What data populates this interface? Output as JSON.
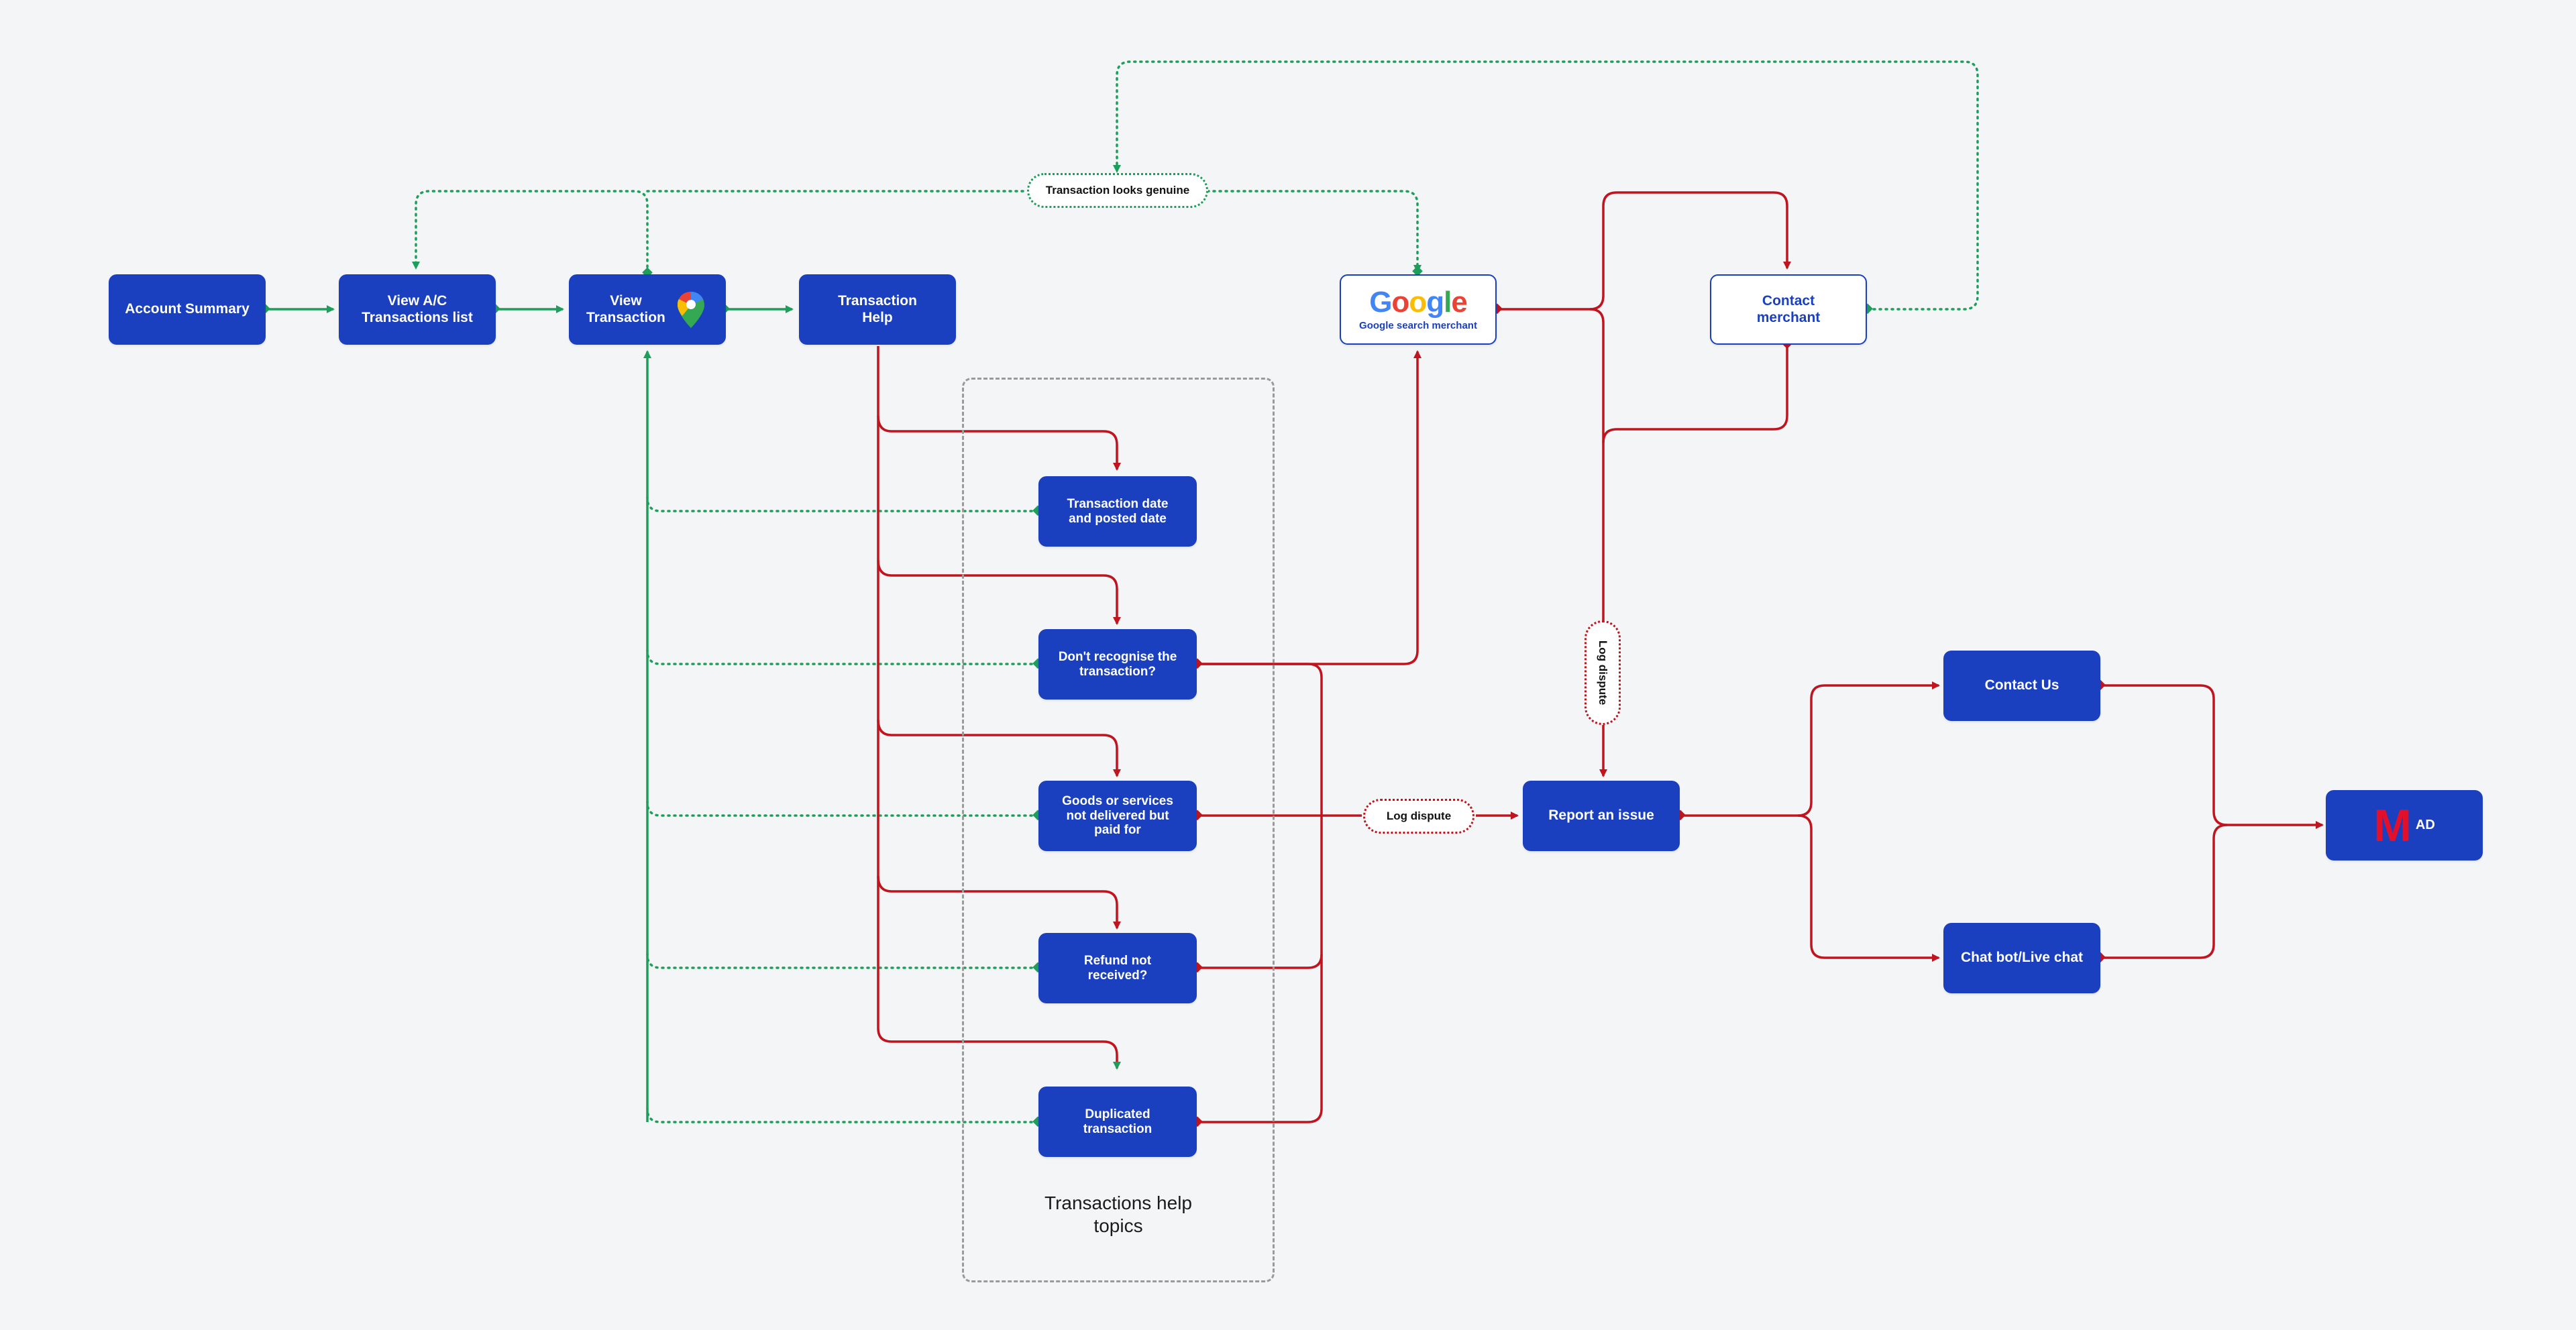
{
  "colors": {
    "background": "#f4f5f7",
    "node_fill": "#1a3fbf",
    "flow_green": "#1d9e5a",
    "flow_red": "#c0141f",
    "group_border": "#9a9a9a"
  },
  "nodes": {
    "account_summary": "Account Summary",
    "view_transactions_list": "View A/C\nTransactions list",
    "view_transaction": "View\nTransaction",
    "transaction_help": "Transaction\nHelp",
    "google_word": [
      "G",
      "o",
      "o",
      "g",
      "l",
      "e"
    ],
    "google_sub": "Google search merchant",
    "contact_merchant": "Contact\nmerchant",
    "topic_dates": "Transaction date\nand posted date",
    "topic_dont_recognise": "Don't recognise the\ntransaction?",
    "topic_not_delivered": "Goods or services\nnot delivered but\npaid for",
    "topic_refund": "Refund not\nreceived?",
    "topic_duplicated": "Duplicated\ntransaction",
    "report_issue": "Report an issue",
    "contact_us": "Contact Us",
    "chatbot": "Chat bot/Live chat",
    "logo_letter": "M",
    "logo_suffix": "AD"
  },
  "group": {
    "label": "Transactions help\ntopics"
  },
  "pills": {
    "looks_genuine": "Transaction looks genuine",
    "log_dispute_horizontal": "Log dispute",
    "log_dispute_vertical": "Log dispute"
  },
  "icons": {
    "maps_pin": "maps-pin-icon"
  }
}
